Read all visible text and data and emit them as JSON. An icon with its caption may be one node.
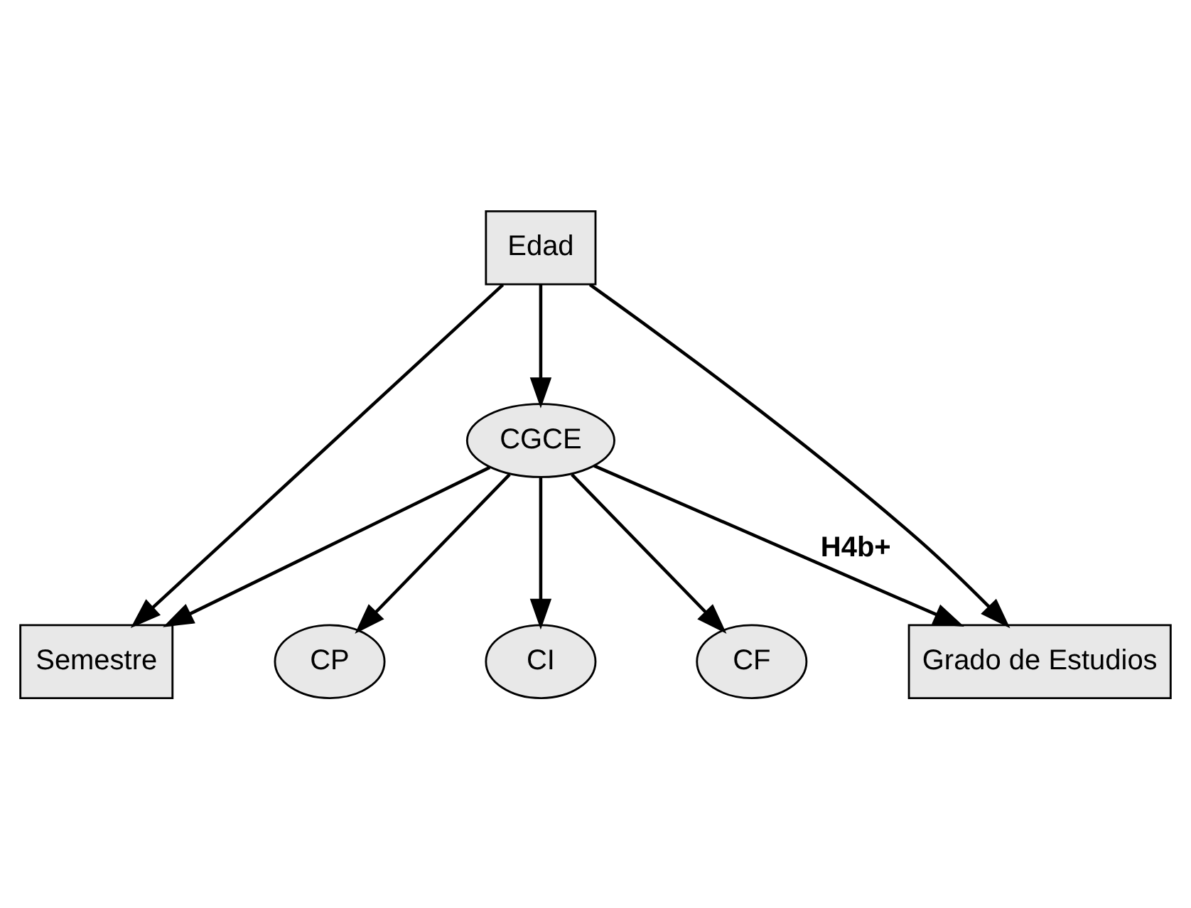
{
  "diagram": {
    "nodes": [
      {
        "text": [
          "CI"
        ]
      },
      {
        "text": [
          "CF"
        ]
      },
      {
        "text": [
          "CP"
        ]
      },
      {
        "text": [
          "CGCE"
        ]
      },
      {
        "text": [
          "Edad"
        ]
      },
      {
        "text": [
          "Semestre"
        ]
      },
      {
        "text": [
          "Grado de Estudios"
        ]
      }
    ],
    "edges": [
      {
        "from": 3,
        "to": 0,
        "arrow": "to"
      },
      {
        "from": 3,
        "to": 1,
        "arrow": "to"
      },
      {
        "from": 3,
        "to": 2,
        "arrow": "to"
      },
      {
        "from": 4,
        "to": 3,
        "arrow": "to"
      },
      {
        "from": 3,
        "to": 5,
        "arrow": "to"
      },
      {
        "from": 3,
        "to": 6,
        "arrow": "to",
        "label": "H4b+"
      },
      {
        "from": 4,
        "to": 5,
        "arrow": "to"
      },
      {
        "from": 4,
        "to": 6,
        "arrow": "to"
      }
    ]
  }
}
